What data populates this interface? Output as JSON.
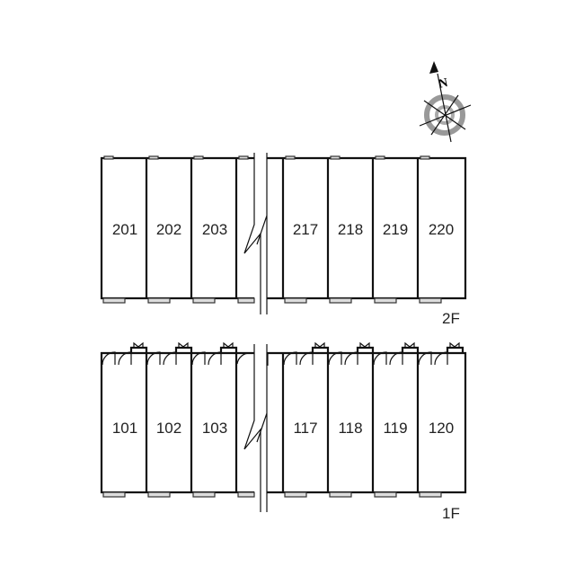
{
  "floors": [
    {
      "label": "2F",
      "units": [
        "201",
        "202",
        "203",
        "217",
        "218",
        "219",
        "220"
      ]
    },
    {
      "label": "1F",
      "units": [
        "101",
        "102",
        "103",
        "117",
        "118",
        "119",
        "120"
      ]
    }
  ],
  "compass": {
    "north_label": "N"
  }
}
